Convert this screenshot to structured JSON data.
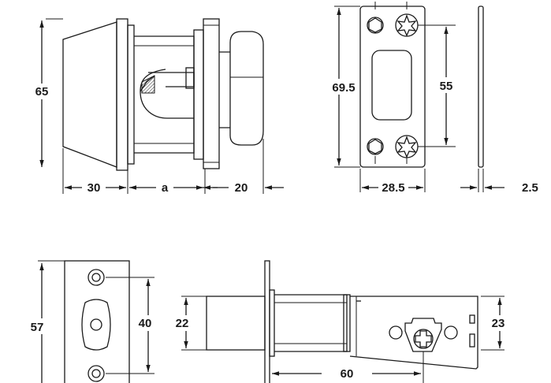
{
  "dimensions": {
    "cylinder_height": "65",
    "cylinder_depth": "30",
    "door_thickness": "a",
    "thumbturn_depth": "20",
    "strike_height": "69.5",
    "strike_hole_spacing": "55",
    "strike_width": "28.5",
    "strike_thickness": "2.5",
    "faceplate_height": "57",
    "faceplate_hole_spacing": "40",
    "bolt_height": "22",
    "backset": "60",
    "latch_body_height": "23"
  }
}
